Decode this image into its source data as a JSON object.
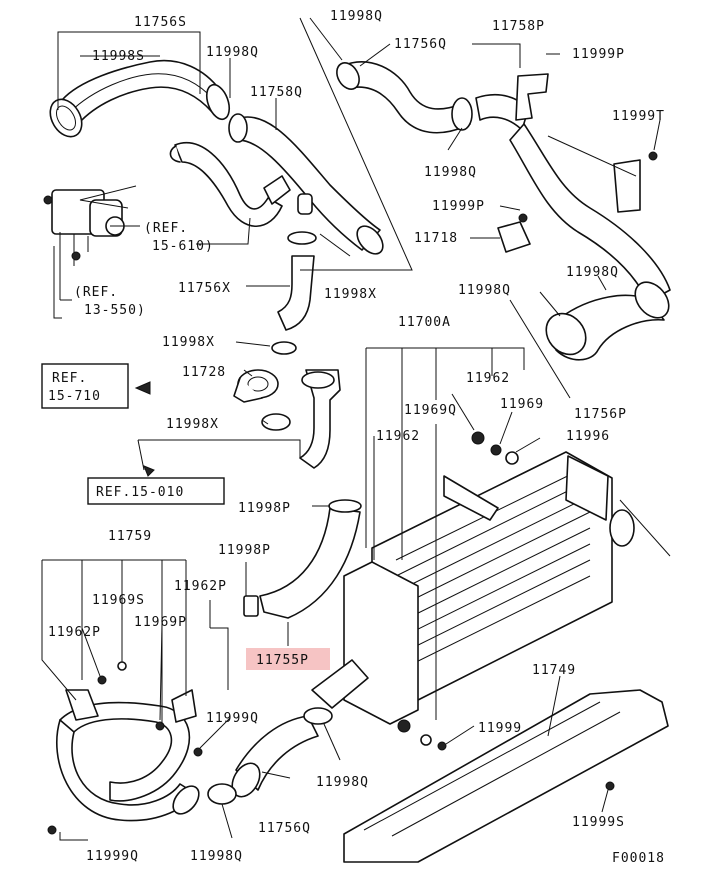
{
  "labels": {
    "p11756S": "11756S",
    "p11998S": "11998S",
    "p11998Q_a": "11998Q",
    "p11758Q": "11758Q",
    "p11998Q_b": "11998Q",
    "p11756Q_top": "11756Q",
    "p11758P": "11758P",
    "p11999P_a": "11999P",
    "p11999T": "11999T",
    "p11998Q_c": "11998Q",
    "p11999P_b": "11999P",
    "p11718": "11718",
    "p11998Q_d": "11998Q",
    "p11998Q_e": "11998Q",
    "p11756X": "11756X",
    "p11998X_a": "11998X",
    "p11700A": "11700A",
    "p11998X_b": "11998X",
    "p11728": "11728",
    "p11962_a": "11962",
    "p11998X_c": "11998X",
    "p11969Q_a": "11969Q",
    "p11969": "11969",
    "p11756P": "11756P",
    "p11962_b": "11962",
    "p11996": "11996",
    "p11998P_a": "11998P",
    "p11759": "11759",
    "p11998P_b": "11998P",
    "p11969S": "11969S",
    "p11962P_a": "11962P",
    "p11962P_b": "11962P",
    "p11969P": "11969P",
    "p11755P": "11755P",
    "p11749": "11749",
    "p11999Q_a": "11999Q",
    "p11999": "11999",
    "p11998Q_f": "11998Q",
    "p11999Q_b": "11999Q",
    "p11998Q_g": "11998Q",
    "p11756Q_bot": "11756Q",
    "p11999S": "11999S",
    "figure_code": "F00018"
  },
  "refs": {
    "ref_15_610_a": "(REF.",
    "ref_15_610_b": "15-610)",
    "ref_13_550_a": "(REF.",
    "ref_13_550_b": "13-550)",
    "ref_15_710_a": "REF.",
    "ref_15_710_b": "15-710",
    "ref_15_010": "REF.15-010"
  },
  "colors": {
    "highlight": "#f6c4c4",
    "line": "#111111"
  }
}
